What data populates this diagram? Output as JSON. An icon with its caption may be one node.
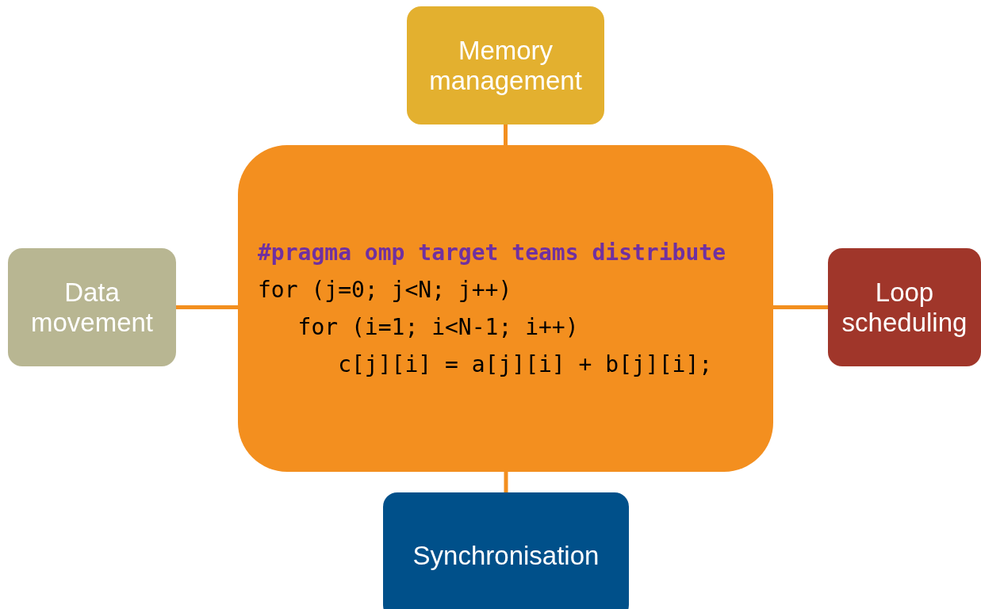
{
  "diagram": {
    "nodes": [
      {
        "text": [
          "Memory management"
        ]
      },
      {
        "text": [
          "#pragma omp target teams distribute",
          "for (j=0; j<N; j++)",
          "for (i=1; i<N-1; i++)",
          "c[j][i] = a[j][i] + b[j][i];"
        ]
      },
      {
        "text": [
          "Data movement"
        ]
      },
      {
        "text": [
          "Loop scheduling"
        ]
      },
      {
        "text": [
          "Synchronisation"
        ]
      }
    ],
    "edges": [
      {
        "from": 1,
        "to": 0,
        "arrow": "none"
      },
      {
        "from": 1,
        "to": 2,
        "arrow": "none"
      },
      {
        "from": 1,
        "to": 3,
        "arrow": "none"
      },
      {
        "from": 1,
        "to": 4,
        "arrow": "none"
      }
    ]
  }
}
